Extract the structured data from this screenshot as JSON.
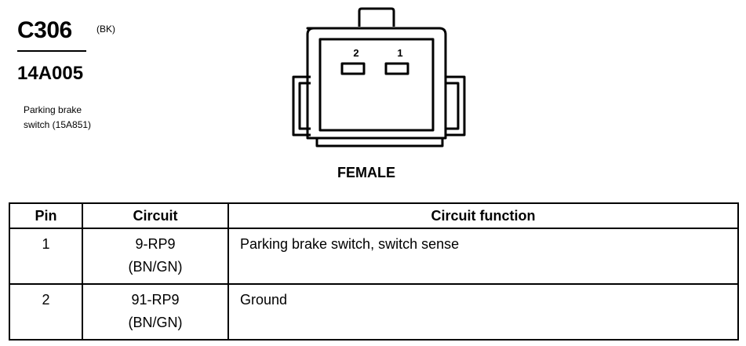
{
  "connector": {
    "id": "C306",
    "color_code": "(BK)",
    "part_number": "14A005",
    "description_line1": "Parking brake",
    "description_line2": "switch (15A851)"
  },
  "diagram": {
    "view_label": "FEMALE",
    "cavity_labels": [
      "2",
      "1"
    ]
  },
  "table": {
    "headers": [
      "Pin",
      "Circuit",
      "Circuit function"
    ],
    "rows": [
      {
        "pin": "1",
        "circuit": "9-RP9",
        "wire_color": "(BN/GN)",
        "function": "Parking brake switch, switch sense"
      },
      {
        "pin": "2",
        "circuit": "91-RP9",
        "wire_color": "(BN/GN)",
        "function": "Ground"
      }
    ]
  }
}
